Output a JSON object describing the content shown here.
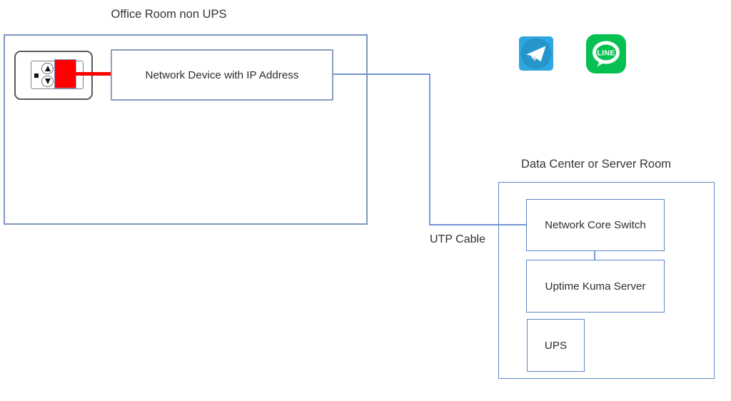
{
  "diagram": {
    "office_room": {
      "title": "Office Room non UPS",
      "device_label": "Network Device with IP Address"
    },
    "data_center": {
      "title": "Data Center or Server Room",
      "nodes": [
        {
          "label": "Network Core Switch"
        },
        {
          "label": "Uptime Kuma Server"
        },
        {
          "label": "UPS"
        }
      ]
    },
    "cable_label": "UTP Cable",
    "icons": {
      "telegram": {
        "name": "telegram-icon"
      },
      "line": {
        "name": "line-icon",
        "text": "LINE"
      }
    },
    "colors": {
      "connector_blue": "#4472C4",
      "inner_box_border": "#5B87C5",
      "muted_box_border": "#7E96C0",
      "outlet_gray": "#595959",
      "power_red": "#FF0000",
      "telegram_square": "#2FA7E0",
      "telegram_circle": "#2496CB",
      "line_green": "#06C152",
      "text_dark": "#303030"
    }
  }
}
